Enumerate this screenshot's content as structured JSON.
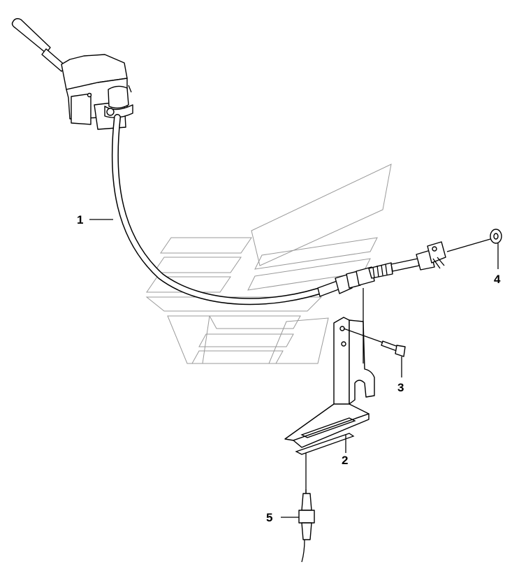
{
  "diagram": {
    "type": "exploded-parts-diagram",
    "callouts": [
      {
        "id": "1",
        "label": "1",
        "part": "cable"
      },
      {
        "id": "2",
        "label": "2",
        "part": "bracket"
      },
      {
        "id": "3",
        "label": "3",
        "part": "bolt"
      },
      {
        "id": "4",
        "label": "4",
        "part": "washer"
      },
      {
        "id": "5",
        "label": "5",
        "part": "sensor"
      }
    ],
    "icons": [
      "control-lever-icon",
      "cable-icon",
      "bracket-icon",
      "bolt-icon",
      "washer-icon",
      "sensor-icon",
      "watermark-logo"
    ]
  }
}
